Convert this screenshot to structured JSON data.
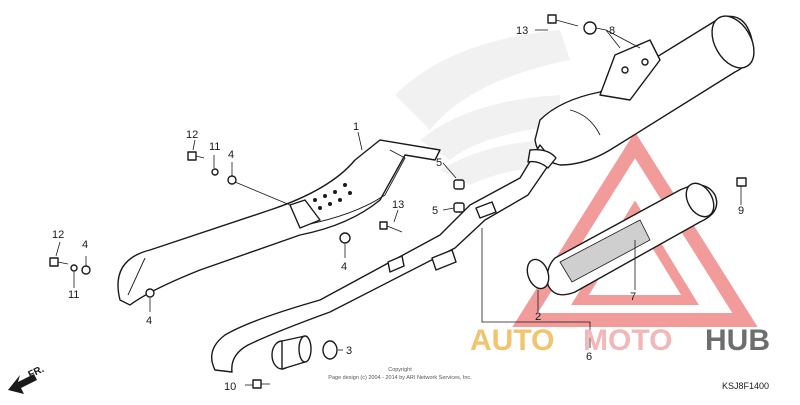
{
  "diagram": {
    "code": "KSJ8F1400",
    "copyright_lines": [
      "Copyright",
      "Page design (c) 2004 - 2014 by ARI Network Services, Inc."
    ],
    "direction_label": "FR.",
    "callouts": [
      "1",
      "2",
      "3",
      "4",
      "4",
      "4",
      "4",
      "5",
      "5",
      "6",
      "7",
      "8",
      "9",
      "10",
      "11",
      "11",
      "12",
      "12",
      "13",
      "13"
    ]
  },
  "watermark": {
    "brand_parts": [
      "AUTO",
      "MOTO",
      "HUB"
    ],
    "colors": {
      "auto": "#f2c46d",
      "moto": "#f2b8b8",
      "hub": "#6e6e6e",
      "triangle": "#e84a4a"
    }
  }
}
